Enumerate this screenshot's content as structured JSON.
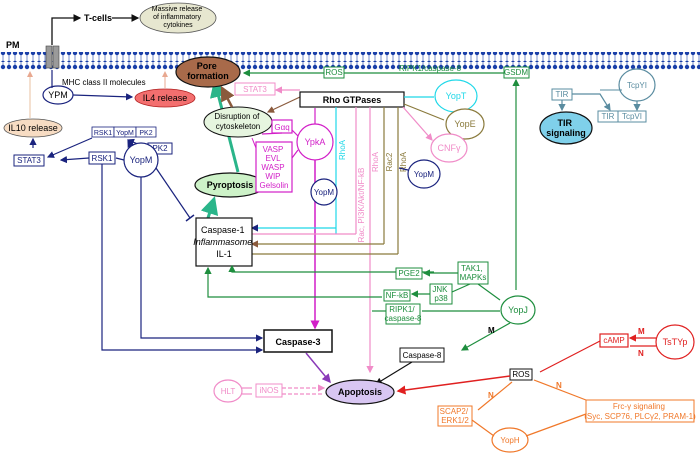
{
  "membrane": {
    "label": "PM"
  },
  "top": {
    "t_cells": "T-cells",
    "cytokines": [
      "Massive release",
      "of inflammatory",
      "cytokines"
    ],
    "mhc": "MHC class II molecules"
  },
  "nodes": {
    "ypm": "YPM",
    "il4": "IL4 release",
    "il10": "IL10 release",
    "stat3_left": "STAT3",
    "rsk1_yopm_pk2": [
      "RSK1",
      "YopM",
      "PK2"
    ],
    "pk2": "PK2",
    "rsk1": "RSK1",
    "yopm_left": "YopM",
    "pyroptosis": "Pyroptosis",
    "pore": [
      "Pore",
      "formation"
    ],
    "stat3_mid": "STAT3",
    "disruption": [
      "Disruption of",
      "cytoskeleton"
    ],
    "gaq": "Gαq",
    "ypka": "YpkA",
    "vasp_list": [
      "VASP",
      "EVL",
      "WASP",
      "WIP",
      "Gelsolin"
    ],
    "rho": "Rho GTPases",
    "rhoa_cyan": "RhoA",
    "pathway_pink": "Rac, PI3K/Akt/NF-kB",
    "rhoa_pink": "RhoA",
    "rac2": "Rac2",
    "rhoa_olive": "RhoA",
    "yopm_mid": "YopM",
    "yopm_right": "YopM",
    "yopt": "YopT",
    "yope": "YopE",
    "cnfy": "CNFγ",
    "ros_top": "ROS",
    "ripk_top": "RIPK1/caspase-8",
    "gsdm": "GSDM",
    "tcpyi": "TcpYI",
    "tir_top": "TIR",
    "tir_bottom": "TIR",
    "tcpvi": "TcpVI",
    "tir_signaling": [
      "TIR",
      "signaling"
    ],
    "caspase1": [
      "Caspase-1",
      "Inflammasome",
      "IL-1"
    ],
    "caspase3": "Caspase-3",
    "pge2": "PGE2",
    "tak1": [
      "TAK1,",
      "MAPKs"
    ],
    "nfkb": "NF-kB",
    "jnk": [
      "JNK",
      "p38"
    ],
    "ripk_bottom": [
      "RIPK1/",
      "caspase-8"
    ],
    "yopj": "YopJ",
    "m_green": "M",
    "caspase8": "Caspase-8",
    "camp": "cAMP",
    "m_red": "M",
    "n_red": "N",
    "tstyp": "TsTYp",
    "ros_bottom": "ROS",
    "n_orange_left": "N",
    "n_orange_right": "N",
    "hlt": "HLT",
    "inos": "iNOS",
    "apoptosis": "Apoptosis",
    "scap2": [
      "SCAP2/",
      "ERK1/2"
    ],
    "frc": [
      "Frc-γ signaling",
      "(Syc, SCP76, PLCγ2, PRAM-1)"
    ],
    "yoph": "YopH"
  },
  "colors": {
    "navy": "#1a237e",
    "green": "#1e8e3e",
    "teal": "#2ab58a",
    "magenta": "#d21fc8",
    "pink": "#f08cc8",
    "cyan": "#1fd8e8",
    "olive": "#8a7a3c",
    "red": "#e02020",
    "orange": "#f0782a",
    "steel": "#5a8ca0"
  }
}
